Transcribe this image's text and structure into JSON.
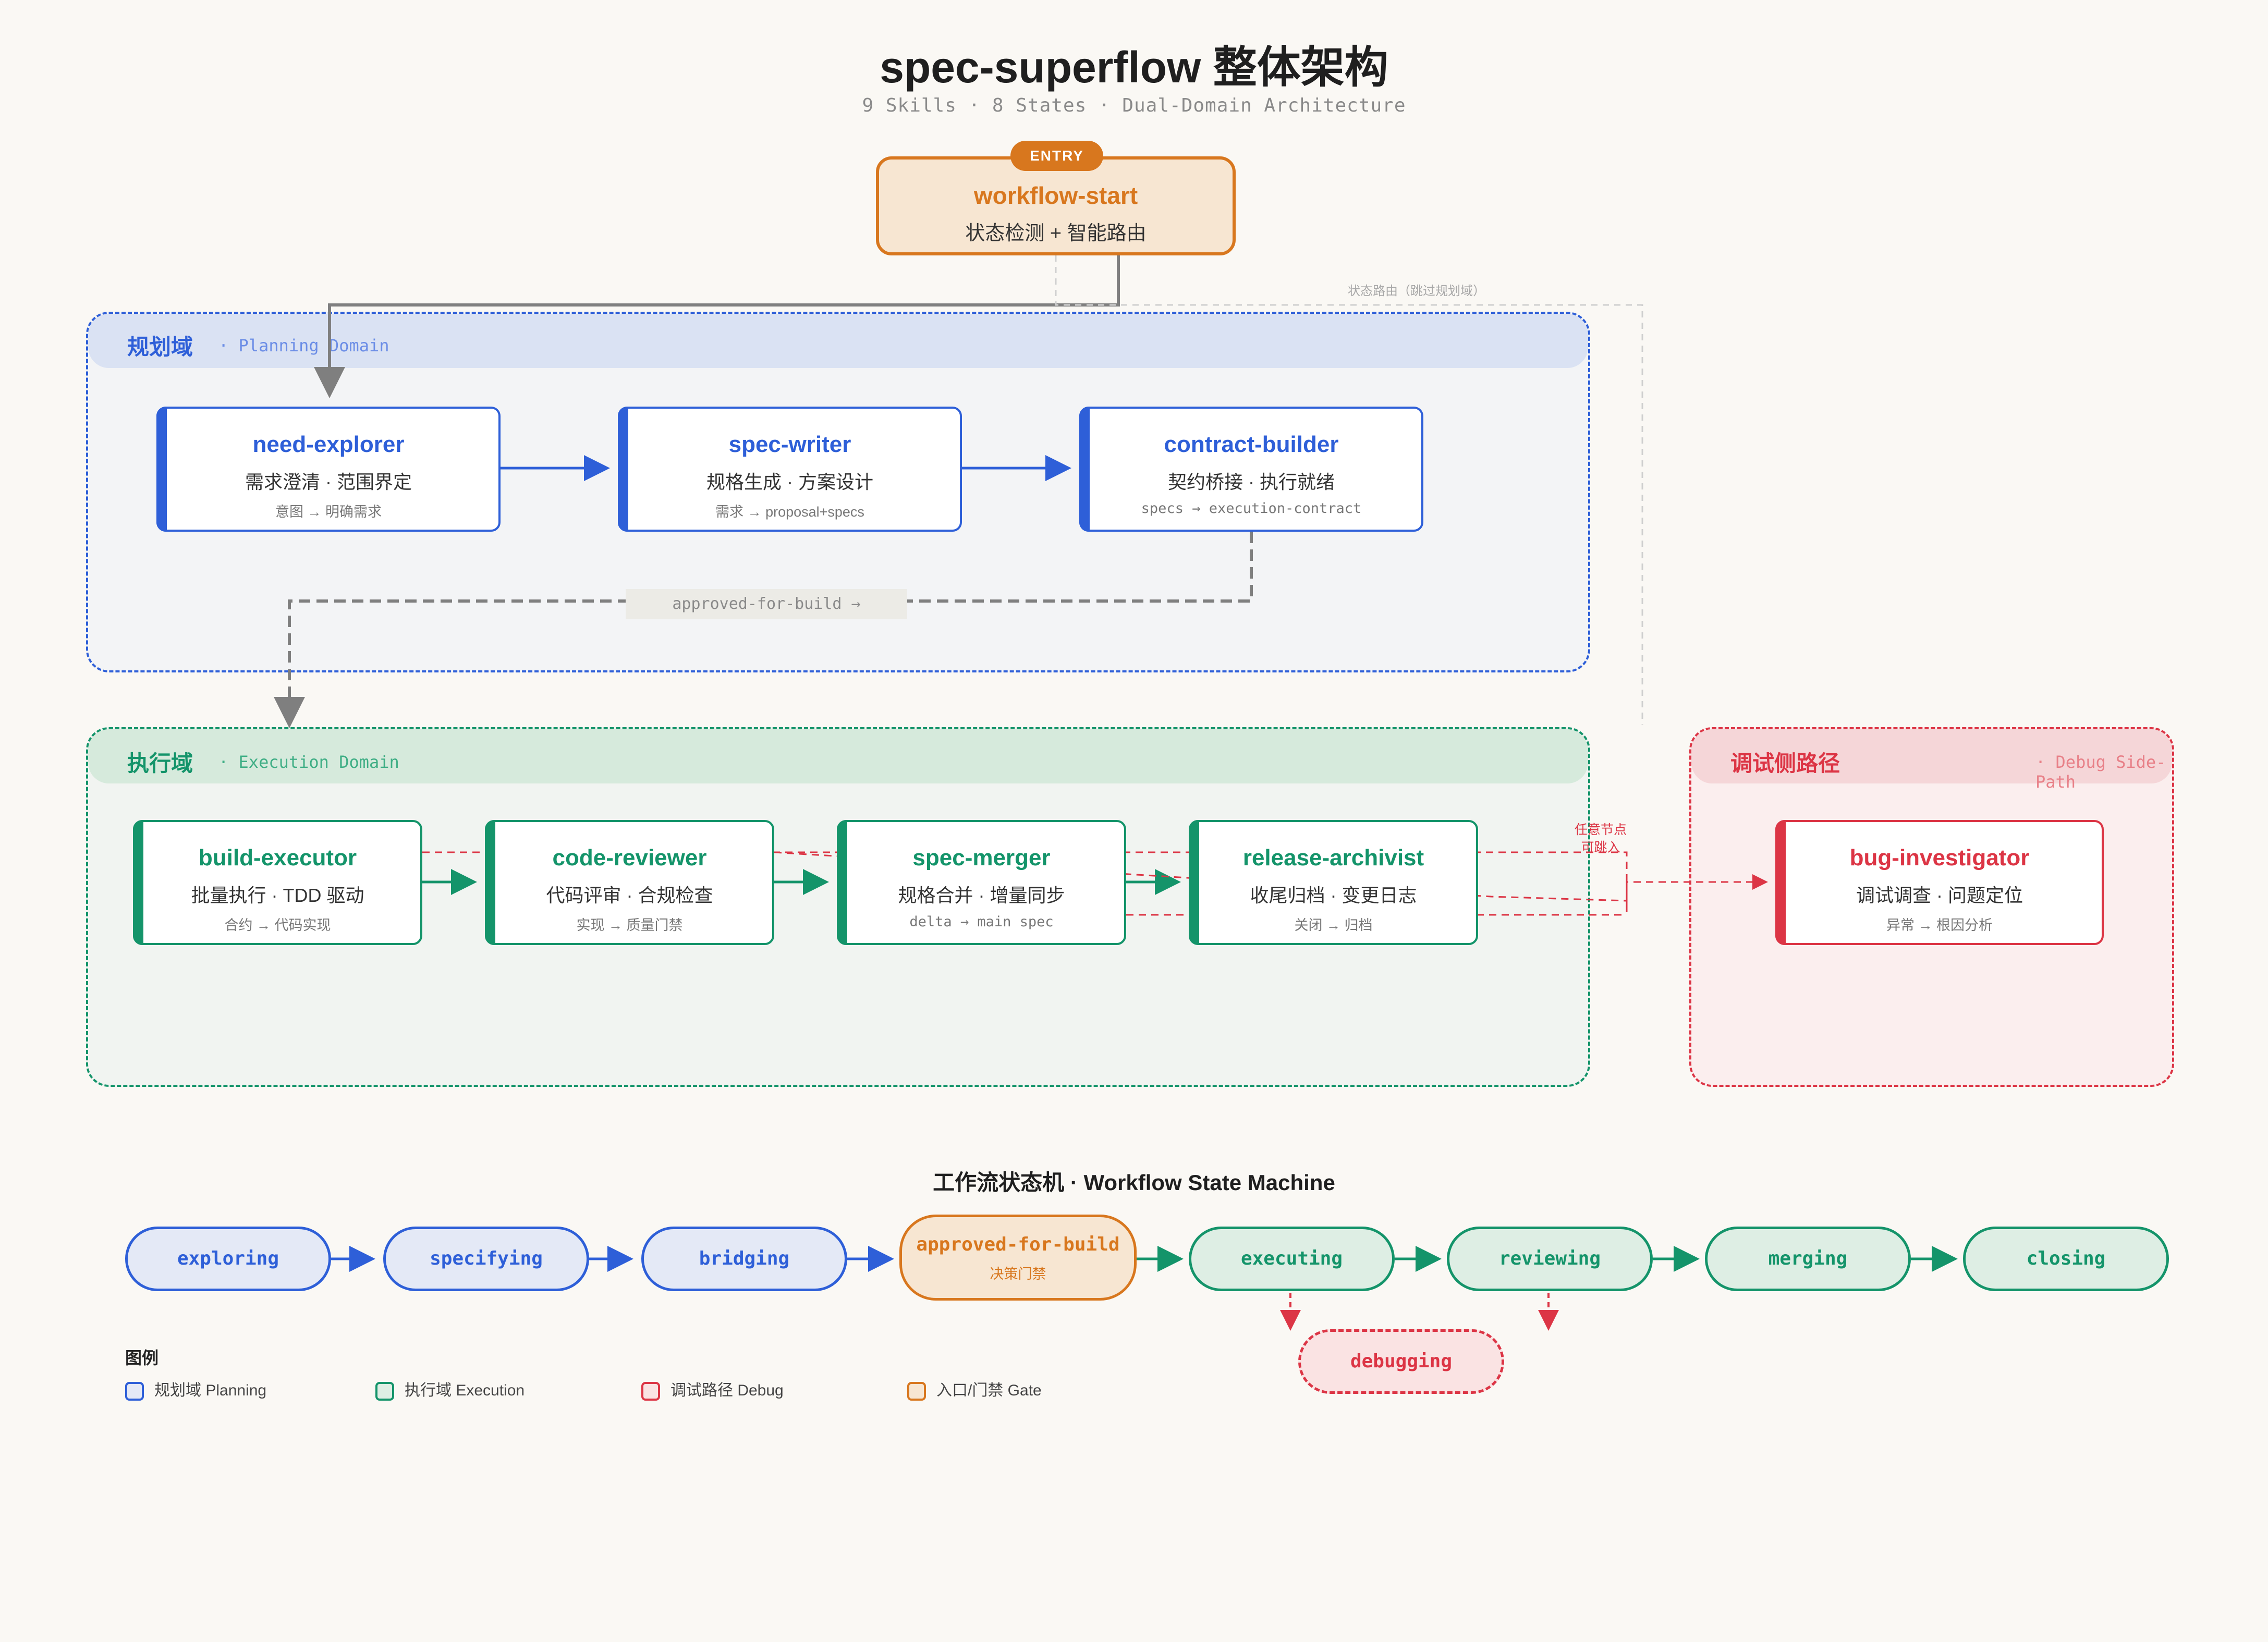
{
  "header": {
    "title": "spec-superflow 整体架构",
    "subtitle": "9 Skills · 8 States · Dual-Domain Architecture"
  },
  "entry": {
    "badge": "ENTRY",
    "name": "workflow-start",
    "desc": "状态检测 + 智能路由"
  },
  "edges": {
    "state_route": "状态路由（跳过规划域）",
    "approved": "approved-for-build →",
    "any_node": "任意节点可跳入"
  },
  "planning": {
    "label": "规划域",
    "sub": "· Planning Domain",
    "skills": [
      {
        "name": "need-explorer",
        "desc": "需求澄清 · 范围界定",
        "contract": "意图 → 明确需求"
      },
      {
        "name": "spec-writer",
        "desc": "规格生成 · 方案设计",
        "contract": "需求 → proposal+specs"
      },
      {
        "name": "contract-builder",
        "desc": "契约桥接 · 执行就绪",
        "contract": "specs → execution-contract"
      }
    ]
  },
  "execution": {
    "label": "执行域",
    "sub": "· Execution Domain",
    "skills": [
      {
        "name": "build-executor",
        "desc": "批量执行 · TDD 驱动",
        "contract": "合约 → 代码实现"
      },
      {
        "name": "code-reviewer",
        "desc": "代码评审 · 合规检查",
        "contract": "实现 → 质量门禁"
      },
      {
        "name": "spec-merger",
        "desc": "规格合并 · 增量同步",
        "contract": "delta → main spec"
      },
      {
        "name": "release-archivist",
        "desc": "收尾归档 · 变更日志",
        "contract": "关闭 → 归档"
      }
    ]
  },
  "debug": {
    "label": "调试侧路径",
    "sub": "· Debug Side-Path",
    "skill": {
      "name": "bug-investigator",
      "desc": "调试调查 · 问题定位",
      "contract": "异常 → 根因分析"
    }
  },
  "state_machine": {
    "title": "工作流状态机 · Workflow State Machine",
    "states": [
      "exploring",
      "specifying",
      "bridging",
      "approved-for-build",
      "executing",
      "reviewing",
      "merging",
      "closing"
    ],
    "gate_note": "决策门禁",
    "debug_state": "debugging"
  },
  "legend": {
    "title": "图例",
    "items": [
      {
        "label": "规划域 Planning"
      },
      {
        "label": "执行域 Execution"
      },
      {
        "label": "调试路径 Debug"
      },
      {
        "label": "入口/门禁 Gate"
      }
    ]
  },
  "colors": {
    "planning": "#2e5fd8",
    "execution": "#14946a",
    "debug": "#dc3545",
    "gate": "#d8771e"
  }
}
